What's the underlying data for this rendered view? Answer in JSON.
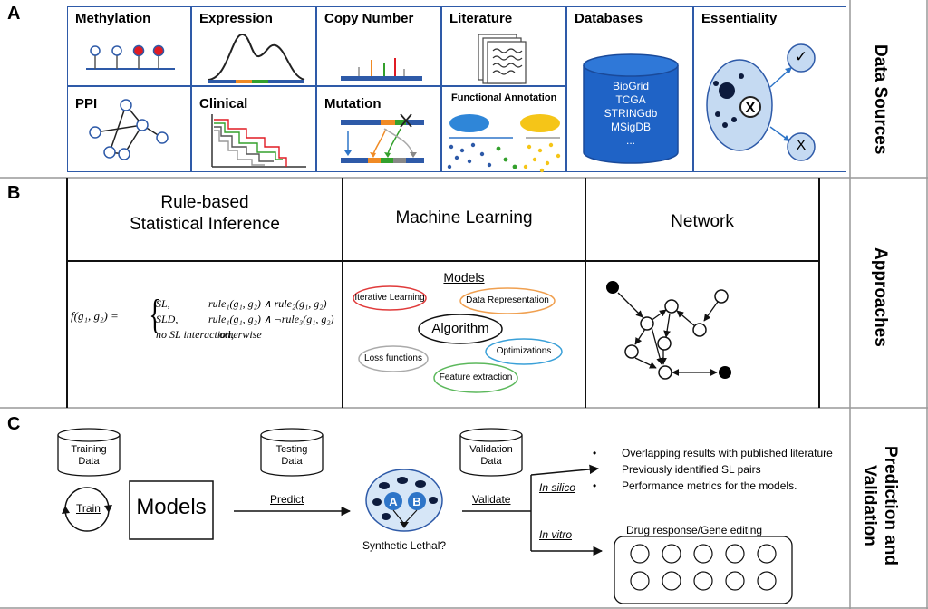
{
  "panels": {
    "a": {
      "letter": "A",
      "side_label": "Data Sources",
      "tiles": {
        "methylation": "Methylation",
        "expression": "Expression",
        "copy_number": "Copy Number",
        "literature": "Literature",
        "databases": "Databases",
        "essentiality": "Essentiality",
        "ppi": "PPI",
        "clinical": "Clinical",
        "mutation": "Mutation",
        "functional_annotation": "Functional Annotation"
      },
      "database_list": [
        "BioGrid",
        "TCGA",
        "STRINGdb",
        "MSigDB",
        "..."
      ],
      "essentiality_outcomes": [
        "✓",
        "X"
      ]
    },
    "b": {
      "letter": "B",
      "side_label": "Approaches",
      "columns": [
        "Rule-based\nStatistical Inference",
        "Machine Learning",
        "Network"
      ],
      "formula": {
        "lhs": "f(g₁, g₂) =",
        "cases": [
          {
            "label": "SL,",
            "rule": "rule₁(g₁, g₂) ∧ rule₂(g₁, g₂)"
          },
          {
            "label": "SLD,",
            "rule": "rule₁(g₁, g₂) ∧ ¬rule₃(g₁, g₂)"
          },
          {
            "label": "no SL interaction,",
            "rule": "otherwise"
          }
        ]
      },
      "models": {
        "title": "Models",
        "center": "Algorithm",
        "items": [
          {
            "label": "Iterative Learning",
            "color": "#e03a3a"
          },
          {
            "label": "Data Representation",
            "color": "#f0a050"
          },
          {
            "label": "Optimizations",
            "color": "#3aa0d8"
          },
          {
            "label": "Feature extraction",
            "color": "#5cb85c"
          },
          {
            "label": "Loss functions",
            "color": "#aaaaaa"
          }
        ]
      }
    },
    "c": {
      "letter": "C",
      "side_label": "Prediction and\nValidation",
      "training_data": "Training\nData",
      "testing_data": "Testing\nData",
      "validation_data": "Validation\nData",
      "train": "Train",
      "models": "Models",
      "predict": "Predict",
      "validate": "Validate",
      "synthetic_lethal": "Synthetic Lethal?",
      "gene_a": "A",
      "gene_b": "B",
      "in_silico": "In silico",
      "in_vitro": "In vitro",
      "silico_items": [
        "Overlapping results with published literature",
        "Previously identified SL pairs",
        "Performance metrics for the models."
      ],
      "drug_response": "Drug response/Gene editing"
    }
  }
}
